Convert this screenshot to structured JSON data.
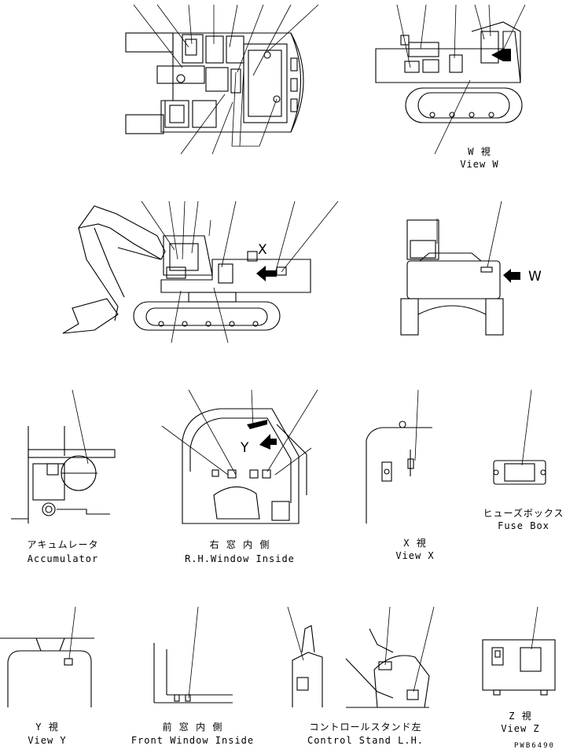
{
  "captions": {
    "view_w_jp": "W 視",
    "view_w_en": "View W",
    "accumulator_jp": "アキュムレータ",
    "accumulator_en": "Accumulator",
    "rh_window_jp": "右 窓 内 側",
    "rh_window_en": "R.H.Window Inside",
    "view_x_jp": "X 視",
    "view_x_en": "View X",
    "fuse_box_jp": "ヒューズボックス",
    "fuse_box_en": "Fuse Box",
    "view_y_jp": "Y 視",
    "view_y_en": "View Y",
    "front_window_jp": "前 窓 内 側",
    "front_window_en": "Front Window Inside",
    "control_stand_jp": "コントロールスタンド左",
    "control_stand_en": "Control Stand L.H.",
    "view_z_jp": "Z 視",
    "view_z_en": "View Z"
  },
  "view_letters": {
    "x": "X",
    "w": "W",
    "y": "Y"
  },
  "drawing_code": "PWB6490"
}
